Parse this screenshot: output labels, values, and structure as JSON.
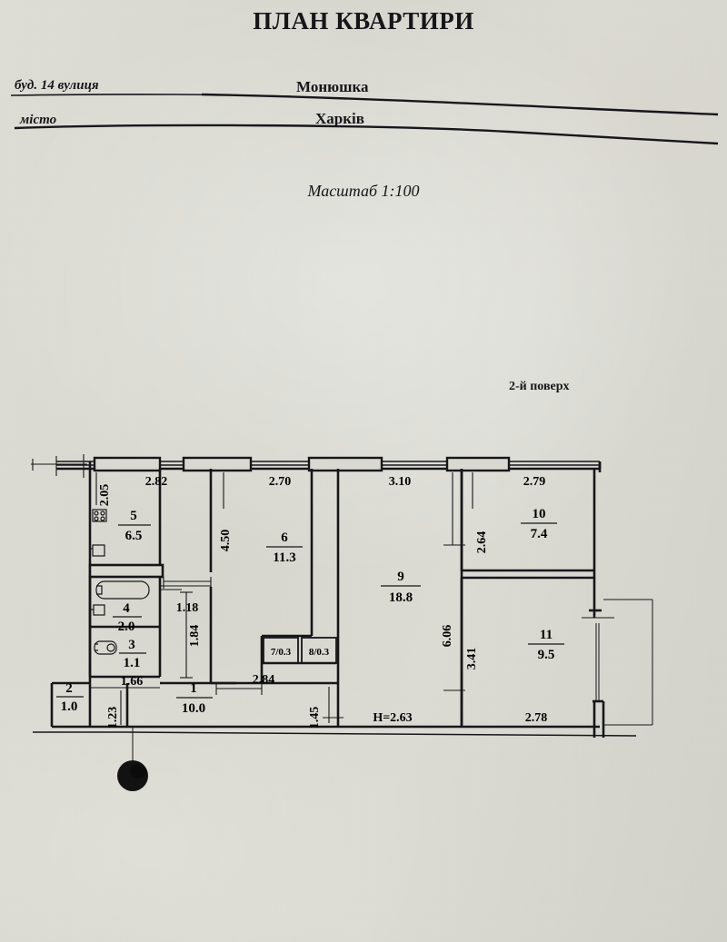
{
  "document": {
    "title": "ПЛАН КВАРТИРИ",
    "scale_text": "Масштаб 1:100",
    "floor_text": "2-й поверх",
    "ceiling_height_label": "H=2.63"
  },
  "address": {
    "building_label": "буд. 14 вулиця",
    "street_value": "Монюшка",
    "city_label": "місто",
    "city_value": "Харків"
  },
  "rooms": [
    {
      "number": "1",
      "area": "10.0"
    },
    {
      "number": "2",
      "area": "1.0"
    },
    {
      "number": "3",
      "area": "1.1"
    },
    {
      "number": "4",
      "area": "2.0"
    },
    {
      "number": "5",
      "area": "6.5"
    },
    {
      "number": "6",
      "area": "11.3"
    },
    {
      "number": "9",
      "area": "18.8"
    },
    {
      "number": "10",
      "area": "7.4"
    },
    {
      "number": "11",
      "area": "9.5"
    }
  ],
  "closets": [
    {
      "label": "7/0.3"
    },
    {
      "label": "8/0.3"
    }
  ],
  "dimensions": {
    "top_5": "2.82",
    "top_6": "2.70",
    "top_9": "3.10",
    "top_10": "2.79",
    "kitchen_depth": "2.05",
    "room6_height": "4.50",
    "corridor_1": "1.18",
    "corridor_2": "1.84",
    "bath_width": "1.66",
    "hall_width": "1.23",
    "room1_width": "2.84",
    "corridor_right": "1.45",
    "room10_height": "2.64",
    "right_total_height": "6.06",
    "room11_height": "3.41",
    "room11_width": "2.78"
  },
  "colors": {
    "paper": "#d9d9d2",
    "ink": "#16161a",
    "wall": "#1a1a1a"
  }
}
